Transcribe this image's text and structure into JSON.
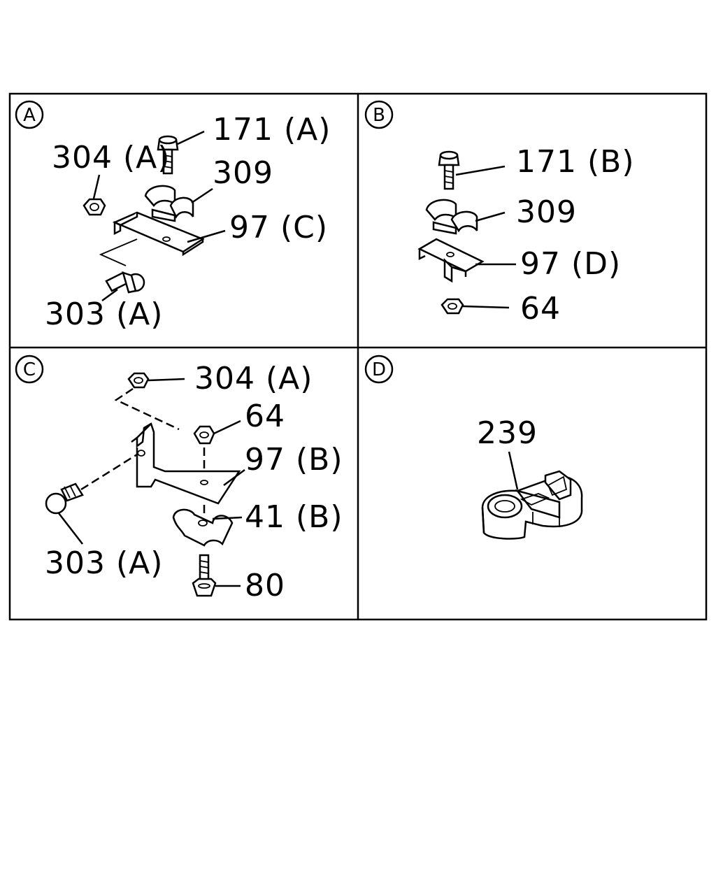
{
  "panels": {
    "A": {
      "badge": "A",
      "labels": {
        "bolt": "171 (A)",
        "nut": "304 (A)",
        "clamp": "309",
        "bracket": "97 (C)",
        "bolt2": "303 (A)"
      }
    },
    "B": {
      "badge": "B",
      "labels": {
        "bolt": "171 (B)",
        "clamp": "309",
        "bracket": "97 (D)",
        "nut": "64"
      }
    },
    "C": {
      "badge": "C",
      "labels": {
        "nut": "304 (A)",
        "nut2": "64",
        "bracket": "97 (B)",
        "clip": "41 (B)",
        "bolt": "303 (A)",
        "screw": "80"
      }
    },
    "D": {
      "badge": "D",
      "labels": {
        "clamp": "239"
      }
    }
  }
}
